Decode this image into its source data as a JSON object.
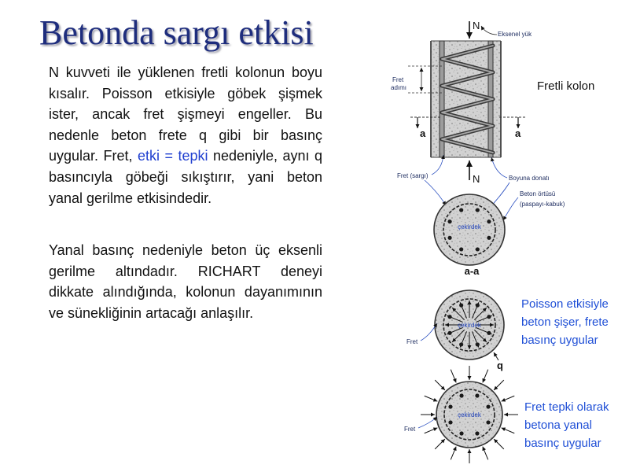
{
  "slide": {
    "title": "Betonda sargı etkisi",
    "paragraph_1": [
      "N kuvveti ile yüklenen fretli kolonun boyu",
      "kısalır. Poisson etkisiyle göbek şişmek",
      "ister, ancak fret şişmeyi engeller. Bu",
      "nedenle beton frete q gibi bir basınç",
      {
        "before": "uygular. Fret, ",
        "highlight": "etki = tepki",
        "after": " nedeniyle, aynı q"
      },
      "basıncıyla göbeği sıkıştırır, yani beton",
      "yanal gerilme etkisindedir."
    ],
    "paragraph_2": [
      "Yanal basınç nedeniyle beton üç eksenli",
      "gerilme altındadır. RICHART deneyi",
      "dikkate alındığında, kolonun dayanımının",
      "ve sünekliğinin artacağı anlaşılır."
    ]
  },
  "figure": {
    "elevation": {
      "load_top": "N",
      "load_label": "Eksenel yük",
      "pitch_label": [
        "Fret",
        "adımı"
      ],
      "section_mark_left": "a",
      "section_mark_right": "a",
      "title": "Fretli kolon",
      "load_bottom": "N",
      "spiral_label": "Fret (sargı)",
      "long_bar_label": "Boyuna donatı",
      "cover_label": [
        "Beton örtüsü",
        "(paspayı-kabuk)"
      ]
    },
    "section_aa": {
      "core_label": "çekirdek",
      "name": "a-a"
    },
    "section_poisson": {
      "core_label": "çekirdek",
      "spiral_label": "Fret",
      "pressure_label": "q",
      "caption": [
        "Poisson etkisiyle",
        "beton şişer, frete",
        "basınç uygular"
      ]
    },
    "section_reaction": {
      "core_label": "çekirdek",
      "spiral_label": "Fret",
      "caption": [
        "Fret tepki olarak",
        "betona yanal",
        "basınç uygular"
      ]
    }
  },
  "colors": {
    "title": "#1e2d7d",
    "text": "#111111",
    "highlight": "#1f3fd0",
    "caption": "#1f4fd6",
    "label": "#1b2a5e",
    "core": "#2244bb"
  }
}
